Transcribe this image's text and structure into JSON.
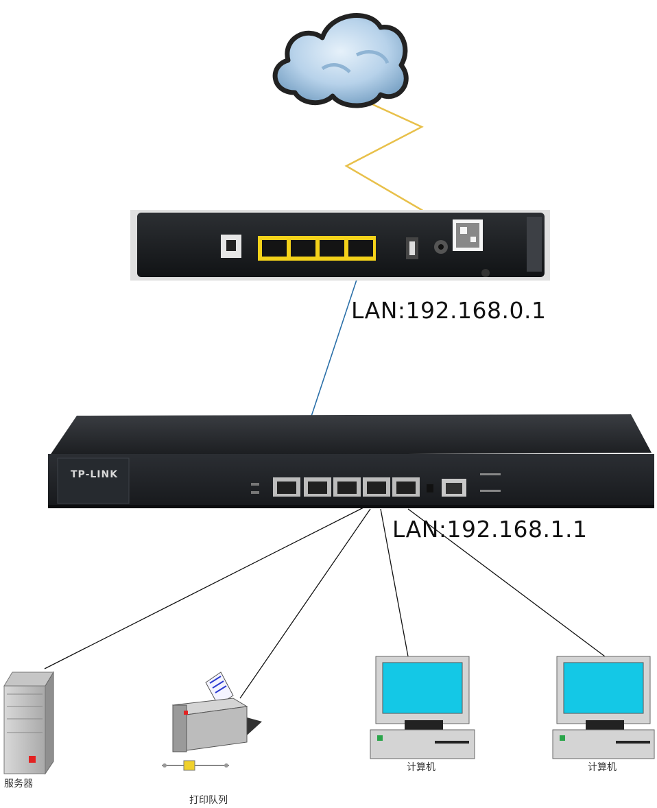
{
  "labels": {
    "modem_lan": "LAN:192.168.0.1",
    "router_lan": "LAN:192.168.1.1",
    "router_brand": "TP-LINK"
  },
  "devices": {
    "server": "服务器",
    "printer": "打印队列",
    "computer_1": "计算机",
    "computer_2": "计算机"
  },
  "colors": {
    "cloud": "#a9c9e4",
    "internet_link": "#e8c04a",
    "uplink_cable": "#2a6fa8",
    "lan_cable": "#111111",
    "port_yellow": "#f4d21a",
    "monitor_screen": "#14c8e6",
    "device_body": "#1f2226"
  }
}
